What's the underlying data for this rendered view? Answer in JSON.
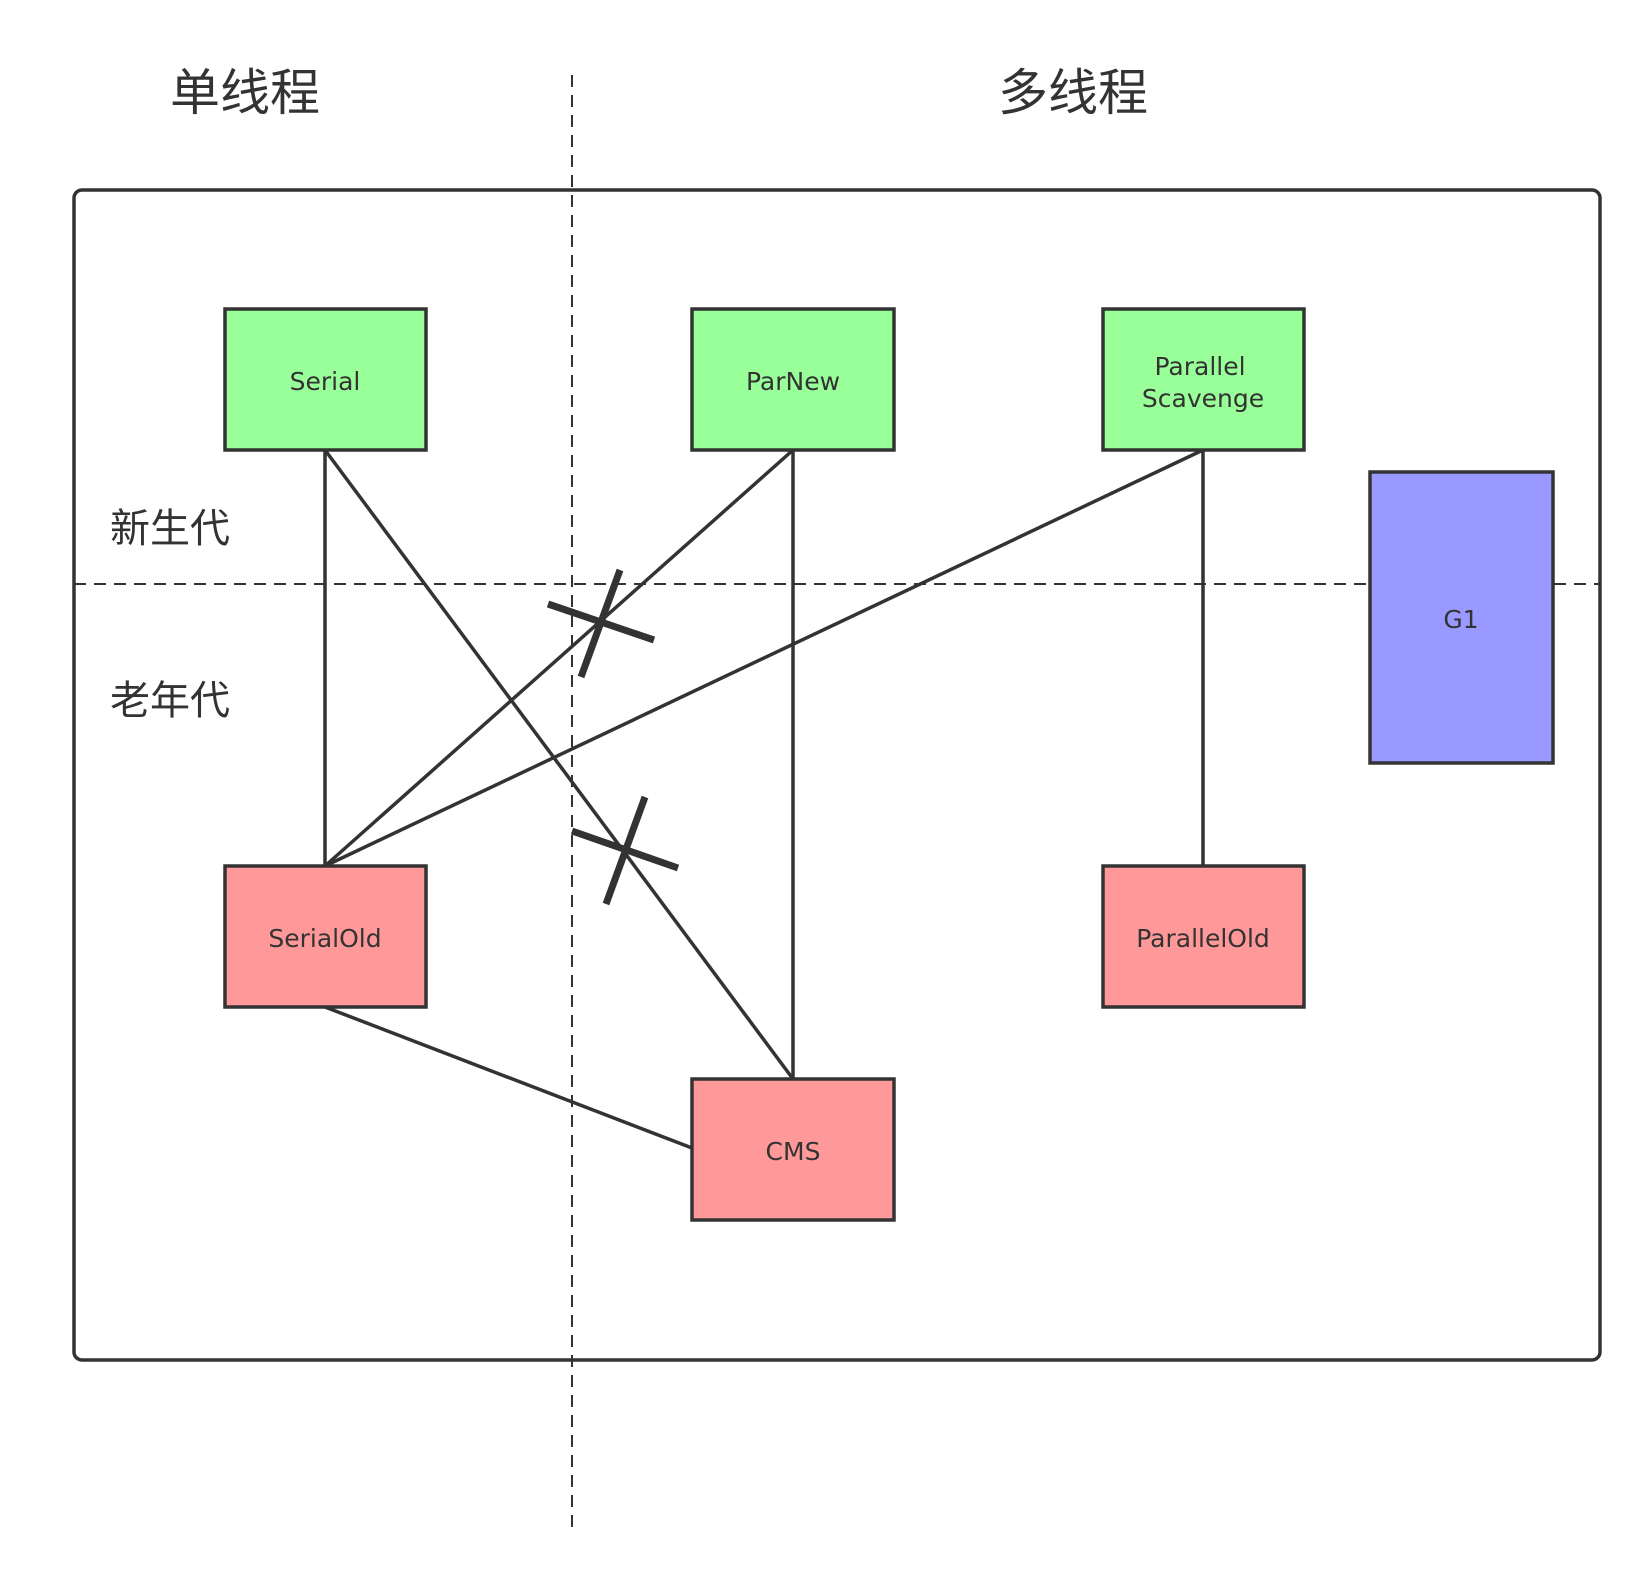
{
  "headers": {
    "single_thread": "单线程",
    "multi_thread": "多线程"
  },
  "regions": {
    "young_gen": "新生代",
    "old_gen": "老年代"
  },
  "nodes": {
    "serial": {
      "label": "Serial",
      "color": "#99ff99"
    },
    "parnew": {
      "label": "ParNew",
      "color": "#99ff99"
    },
    "parallel_scavenge": {
      "label_line1": "Parallel",
      "label_line2": "Scavenge",
      "color": "#99ff99"
    },
    "g1": {
      "label": "G1",
      "color": "#9999ff"
    },
    "serial_old": {
      "label": "SerialOld",
      "color": "#ff9999"
    },
    "parallel_old": {
      "label": "ParallelOld",
      "color": "#ff9999"
    },
    "cms": {
      "label": "CMS",
      "color": "#ff9999"
    }
  },
  "edges": [
    {
      "from": "Serial",
      "to": "SerialOld",
      "crossed": false
    },
    {
      "from": "Serial",
      "to": "CMS",
      "crossed": true
    },
    {
      "from": "ParNew",
      "to": "SerialOld",
      "crossed": true
    },
    {
      "from": "ParNew",
      "to": "CMS",
      "crossed": false
    },
    {
      "from": "Parallel Scavenge",
      "to": "SerialOld",
      "crossed": false
    },
    {
      "from": "Parallel Scavenge",
      "to": "ParallelOld",
      "crossed": false
    },
    {
      "from": "SerialOld",
      "to": "CMS",
      "crossed": false
    }
  ],
  "colors": {
    "line": "#333333",
    "young_gen_node": "#99ff99",
    "old_gen_node": "#ff9999",
    "g1_node": "#9999ff"
  }
}
